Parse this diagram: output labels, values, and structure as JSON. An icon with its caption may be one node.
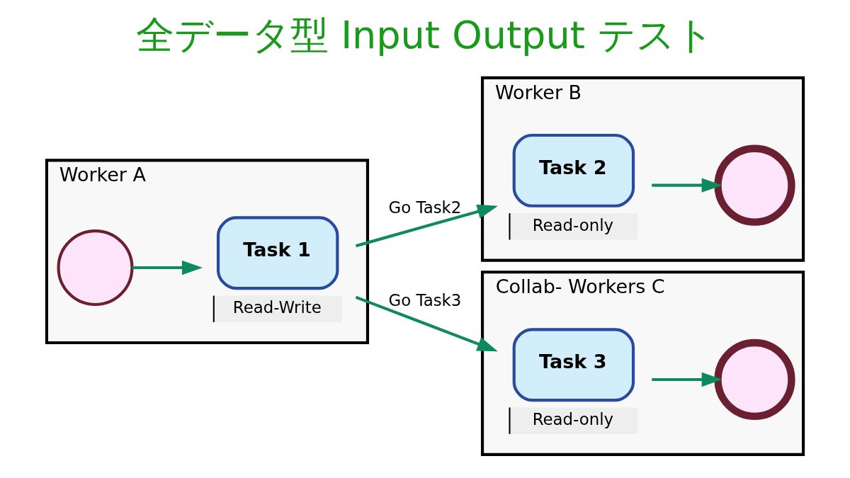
{
  "diagram": {
    "title": "全データ型 Input Output テスト",
    "nodes": [
      {
        "text": [
          "Worker A"
        ]
      },
      {
        "text": [],
        "shape": "circle",
        "in": 0
      },
      {
        "text": [
          "Task 1"
        ],
        "in": 0,
        "beside": [
          "Read-Write"
        ]
      },
      {
        "text": [
          "Worker B"
        ]
      },
      {
        "text": [
          "Task 2"
        ],
        "in": 3,
        "beside": [
          "Read-only"
        ]
      },
      {
        "text": [],
        "shape": "circle",
        "in": 3
      },
      {
        "text": [
          "Collab- Workers C"
        ]
      },
      {
        "text": [
          "Task 3"
        ],
        "in": 6,
        "beside": [
          "Read-only"
        ]
      },
      {
        "text": [],
        "shape": "circle",
        "in": 6
      }
    ],
    "edges": [
      {
        "from": 1,
        "to": 2,
        "arrow": "to"
      },
      {
        "from": 2,
        "to": 4,
        "arrow": "to",
        "label": "Go Task2"
      },
      {
        "from": 2,
        "to": 7,
        "arrow": "to",
        "label": "Go Task3"
      },
      {
        "from": 4,
        "to": 5,
        "arrow": "to"
      },
      {
        "from": 7,
        "to": 8,
        "arrow": "to"
      }
    ]
  }
}
